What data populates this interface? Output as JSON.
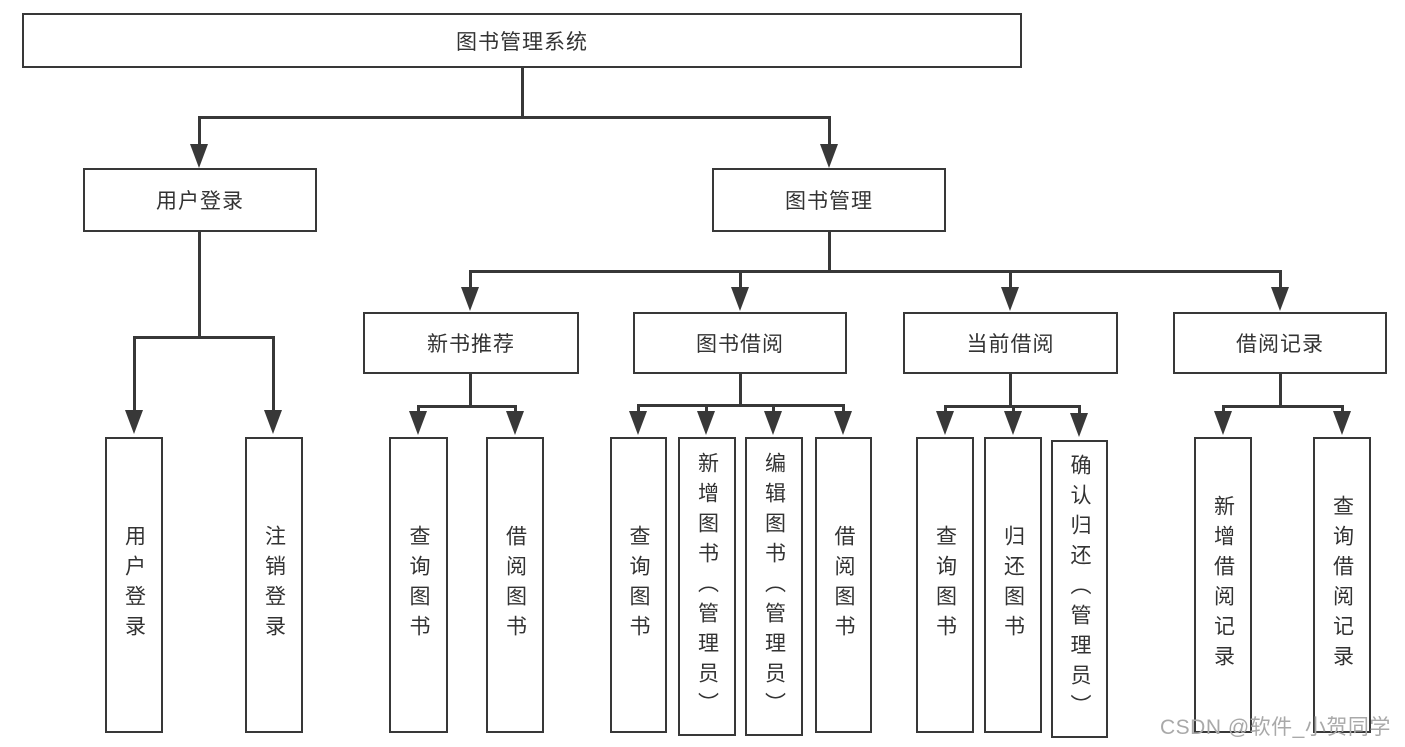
{
  "tree": {
    "root": {
      "label": "图书管理系统",
      "children": [
        {
          "label": "用户登录",
          "children": [
            {
              "label": "用户登录"
            },
            {
              "label": "注销登录"
            }
          ]
        },
        {
          "label": "图书管理",
          "children": [
            {
              "label": "新书推荐",
              "children": [
                {
                  "label": "查询图书"
                },
                {
                  "label": "借阅图书"
                }
              ]
            },
            {
              "label": "图书借阅",
              "children": [
                {
                  "label": "查询图书"
                },
                {
                  "label": "新增图书（管理员）"
                },
                {
                  "label": "编辑图书（管理员）"
                },
                {
                  "label": "借阅图书"
                }
              ]
            },
            {
              "label": "当前借阅",
              "children": [
                {
                  "label": "查询图书"
                },
                {
                  "label": "归还图书"
                },
                {
                  "label": "确认归还（管理员）"
                }
              ]
            },
            {
              "label": "借阅记录",
              "children": [
                {
                  "label": "新增借阅记录"
                },
                {
                  "label": "查询借阅记录"
                }
              ]
            }
          ]
        }
      ]
    }
  },
  "watermark": {
    "text": "CSDN @软件_小贺同学"
  },
  "colors": {
    "line": "#383838",
    "box_border": "#383838",
    "text": "#333333",
    "watermark": "#a9a9a9",
    "background": "#ffffff"
  }
}
